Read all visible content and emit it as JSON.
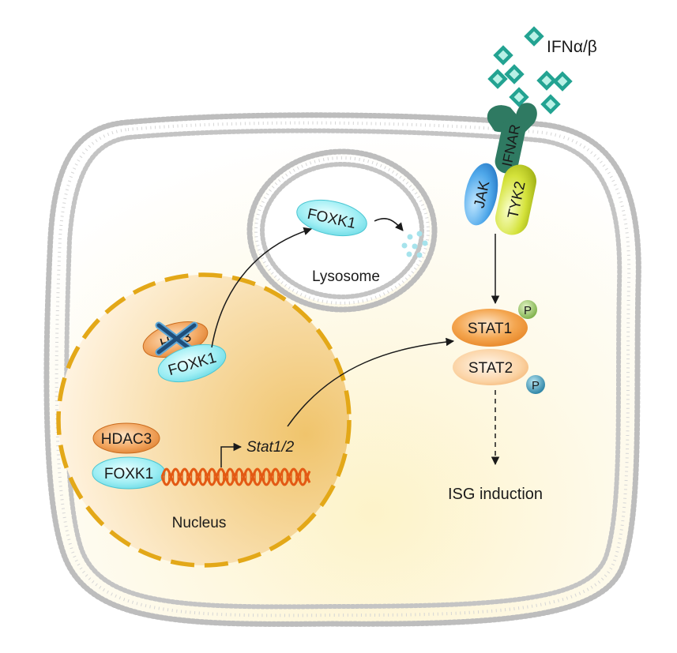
{
  "labels": {
    "ligand": "IFNα/β",
    "receptor": "IFNAR",
    "jak": "JAK",
    "tyk2": "TYK2",
    "lysosome_foxk1": "FOXK1",
    "lysosome": "Lysosome",
    "stat1": "STAT1",
    "stat2": "STAT2",
    "phospho_1": "P",
    "phospho_2": "P",
    "isg": "ISG induction",
    "hdac3_deleted": "H   3",
    "foxk1_upper": "FOXK1",
    "hdac3": "HDAC3",
    "foxk1_lower": "FOXK1",
    "gene": "Stat1/2",
    "nucleus": "Nucleus"
  },
  "colors": {
    "membrane": "#b9b9b9",
    "cytoplasm_glow": "#fdf3c9",
    "nucleus_border": "#e3a818",
    "nucleus_fill": "#f4cf80",
    "ifn_diamond": "#2bb0a0",
    "ifnar": "#2f7a62",
    "jak": "#3a9be0",
    "tyk2": "#c6d62a",
    "foxk1": "#8de8ef",
    "hdac3": "#e98c3c",
    "stat": "#f0943a",
    "phospho_green": "#8bbd55",
    "phospho_blue": "#3497b7",
    "dna": "#e35a14",
    "gene_text": "#c23a0d",
    "delete_mark": "#1f4e7a"
  }
}
